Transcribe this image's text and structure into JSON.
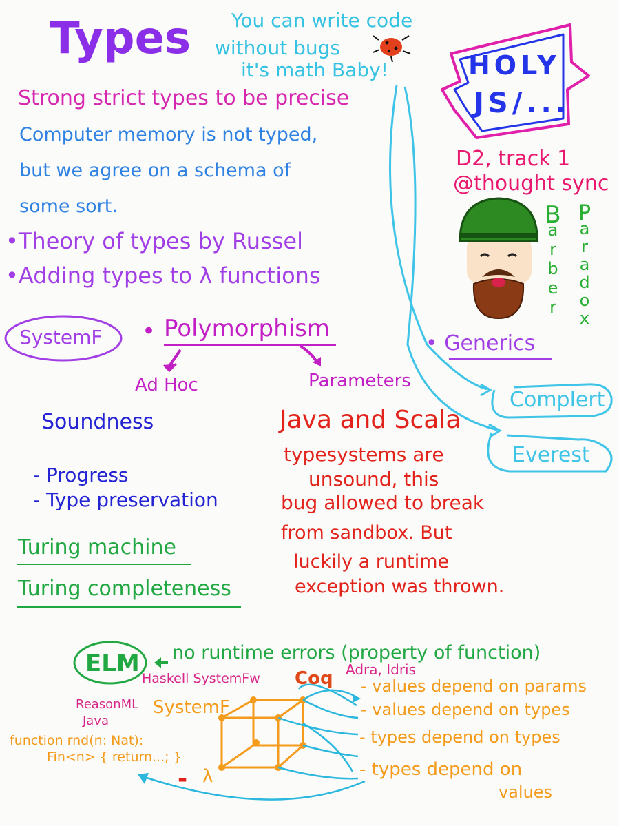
{
  "title": "Types",
  "top_note": [
    "You can write code",
    "without bugs",
    "it's math Baby!"
  ],
  "badge": [
    "HOLY",
    "JS/..."
  ],
  "event": [
    "D2, track 1",
    "@thought sync"
  ],
  "barber": [
    "B",
    "a",
    "r",
    "b",
    "e",
    "r"
  ],
  "paradox": [
    "P",
    "a",
    "r",
    "a",
    "d",
    "o",
    "x"
  ],
  "intro": {
    "line1": "Strong strict types to be precise",
    "para": [
      "Computer memory is not typed,",
      "but we agree on a schema of",
      "some sort."
    ],
    "bullets": [
      "•Theory of types by Russel",
      "•Adding types to λ functions"
    ]
  },
  "systemf": "SystemF",
  "polymorphism": {
    "label": "Polymorphism",
    "bullet": "•",
    "branches": [
      "Ad Hoc",
      "Parameters"
    ]
  },
  "generics": "• Generics",
  "boxes": [
    "Complert",
    "Everest"
  ],
  "soundness": {
    "title": "Soundness",
    "items": [
      "- Progress",
      "- Type preservation"
    ]
  },
  "turing": [
    "Turing machine",
    "Turing completeness"
  ],
  "java": {
    "title": "Java and Scala",
    "lines": [
      "typesystems are",
      "unsound, this",
      "bug allowed to break",
      "from sandbox. But",
      "luckily a runtime",
      "exception was thrown."
    ]
  },
  "elm": {
    "label": "ELM",
    "note": "no runtime errors (property of function)"
  },
  "cube": {
    "labels": [
      "Haskell SystemFw",
      "Coq",
      "Adra, Idris",
      "ReasonML",
      "Java",
      "SystemF",
      "λ"
    ],
    "code": [
      "function rnd(n: Nat):",
      "Fin<n> { return...; }"
    ],
    "dash": "-",
    "items": [
      "- values depend on params",
      "- values depend on types",
      "- types depend on types",
      "- types depend on",
      "values"
    ]
  }
}
